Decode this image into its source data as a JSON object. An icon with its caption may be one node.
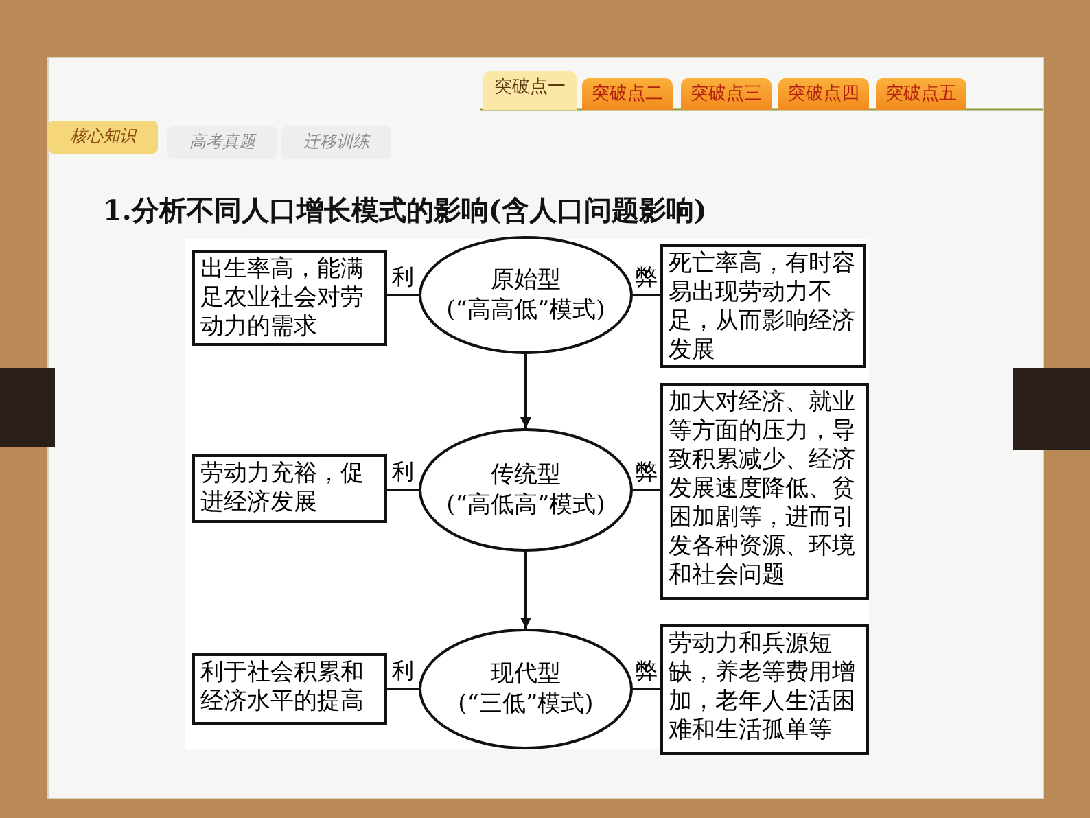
{
  "diagram": {
    "title": "1.分析不同人口增长模式的影响(含人口问题影响)",
    "nodes": [
      {
        "text": [
          "出生率高，能满足农业社会对劳动力的需求"
        ]
      },
      {
        "text": [
          "原始型",
          "(“高高低”模式)"
        ]
      },
      {
        "text": [
          "死亡率高，有时容易出现劳动力不足，从而影响经济发展"
        ]
      },
      {
        "text": [
          "劳动力充裕，促进经济发展"
        ]
      },
      {
        "text": [
          "传统型",
          "(“高低高”模式)"
        ]
      },
      {
        "text": [
          "加大对经济、就业等方面的压力，导致积累减少、经济发展速度降低、贫困加剧等，进而引发各种资源、环境和社会问题"
        ]
      },
      {
        "text": [
          "利于社会积累和经济水平的提高"
        ]
      },
      {
        "text": [
          "现代型",
          "(“三低”模式)"
        ]
      },
      {
        "text": [
          "劳动力和兵源短缺，养老等费用增加，老年人生活困难和生活孤单等"
        ]
      }
    ],
    "edges": [
      {
        "from": 0,
        "to": 1,
        "arrow": "none",
        "label": "利"
      },
      {
        "from": 1,
        "to": 2,
        "arrow": "none",
        "label": "弊"
      },
      {
        "from": 3,
        "to": 4,
        "arrow": "none",
        "label": "利"
      },
      {
        "from": 4,
        "to": 5,
        "arrow": "none",
        "label": "弊"
      },
      {
        "from": 6,
        "to": 7,
        "arrow": "none",
        "label": "利"
      },
      {
        "from": 7,
        "to": 8,
        "arrow": "none",
        "label": "弊"
      },
      {
        "from": 1,
        "to": 4,
        "arrow": "to"
      },
      {
        "from": 4,
        "to": 7,
        "arrow": "to"
      }
    ],
    "labels": [
      "突破点一",
      "突破点二",
      "突破点三",
      "突破点四",
      "突破点五",
      "核心知识",
      "高考真题",
      "迁移训练"
    ]
  }
}
